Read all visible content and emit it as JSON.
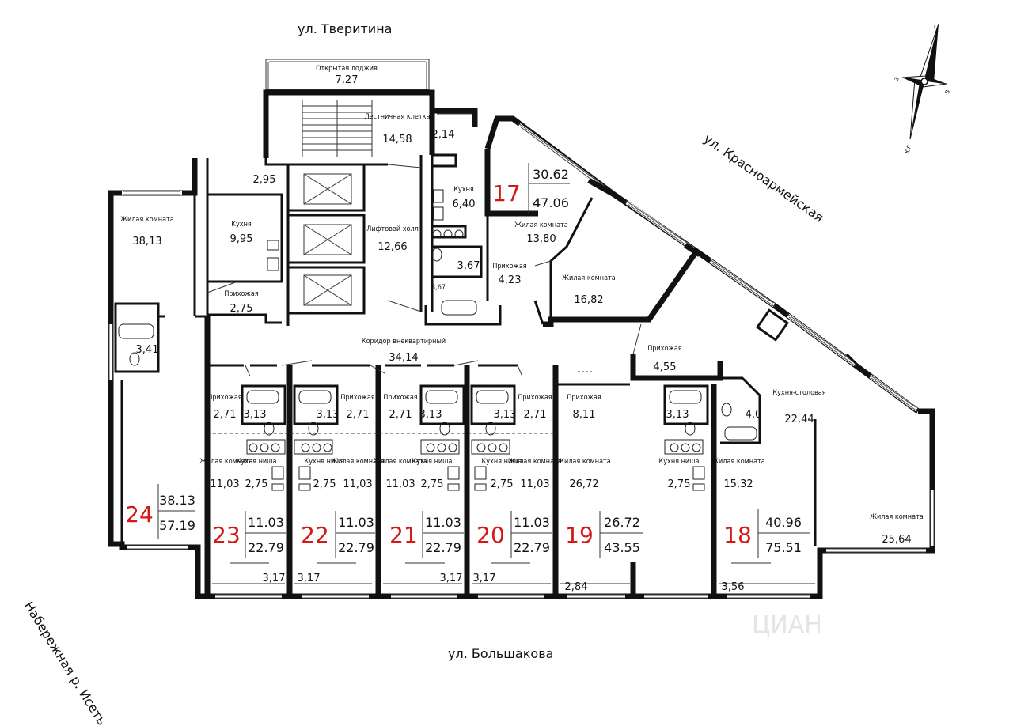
{
  "streets": {
    "north": "ул. Тверитина",
    "east": "ул. Красноармейская",
    "south": "ул. Большакова",
    "west": "Набережная р. Исеть"
  },
  "compass": {
    "n": "с",
    "w": "з",
    "e": "в",
    "s": "юг"
  },
  "watermark": "ЦИАН",
  "rooms": [
    {
      "label": "Открытая лоджия",
      "area": "7,27"
    },
    {
      "label": "Лестничная клетка",
      "area": "14,58"
    },
    {
      "label": "",
      "area": "2,14"
    },
    {
      "label": "Кухня",
      "area": "6,40"
    },
    {
      "label": "Жилая комната",
      "area": "13,80"
    },
    {
      "label": "",
      "area": "3,67"
    },
    {
      "label": "",
      "area": "3,67"
    },
    {
      "label": "Прихожая",
      "area": "4,23"
    },
    {
      "label": "Жилая комната",
      "area": "16,82"
    },
    {
      "label": "",
      "area": "2,95"
    },
    {
      "label": "Кухня",
      "area": "9,95"
    },
    {
      "label": "Лифтовой холл",
      "area": "12,66"
    },
    {
      "label": "Прихожая",
      "area": "2,75"
    },
    {
      "label": "Жилая комната",
      "area": "38,13"
    },
    {
      "label": "",
      "area": "3,41"
    },
    {
      "label": "Коридор внеквартирный",
      "area": "34,14"
    },
    {
      "label": "Прихожая",
      "area": "4,55"
    },
    {
      "label": "Кухня-столовая",
      "area": "22,44"
    },
    {
      "label": "",
      "area": "4,0"
    },
    {
      "label": "Жилая комната",
      "area": "15,32"
    },
    {
      "label": "Жилая комната",
      "area": "25,64"
    },
    {
      "label": "Кухня ниша",
      "area": "2,75"
    },
    {
      "label": "",
      "area": "3,13"
    },
    {
      "label": "Прихожая",
      "area": "8,11"
    },
    {
      "label": "Жилая комната",
      "area": "26,72"
    },
    {
      "label": "",
      "area": "2,84"
    },
    {
      "label": "",
      "area": "3,56"
    },
    {
      "label": "Прихожая",
      "area": "2,71"
    },
    {
      "label": "",
      "area": "3,13"
    },
    {
      "label": "Жилая комната",
      "area": "11,03"
    },
    {
      "label": "Кухня ниша",
      "area": "2,75"
    },
    {
      "label": "",
      "area": "3,17"
    }
  ],
  "apartments": [
    {
      "number": "17",
      "living": "30.62",
      "total": "47.06"
    },
    {
      "number": "18",
      "living": "40.96",
      "total": "75.51"
    },
    {
      "number": "19",
      "living": "26.72",
      "total": "43.55"
    },
    {
      "number": "20",
      "living": "11.03",
      "total": "22.79"
    },
    {
      "number": "21",
      "living": "11.03",
      "total": "22.79"
    },
    {
      "number": "22",
      "living": "11.03",
      "total": "22.79"
    },
    {
      "number": "23",
      "living": "11.03",
      "total": "22.79"
    },
    {
      "number": "24",
      "living": "38.13",
      "total": "57.19"
    }
  ],
  "colors": {
    "apartment_number": "#d31818",
    "walls": "#111111"
  }
}
